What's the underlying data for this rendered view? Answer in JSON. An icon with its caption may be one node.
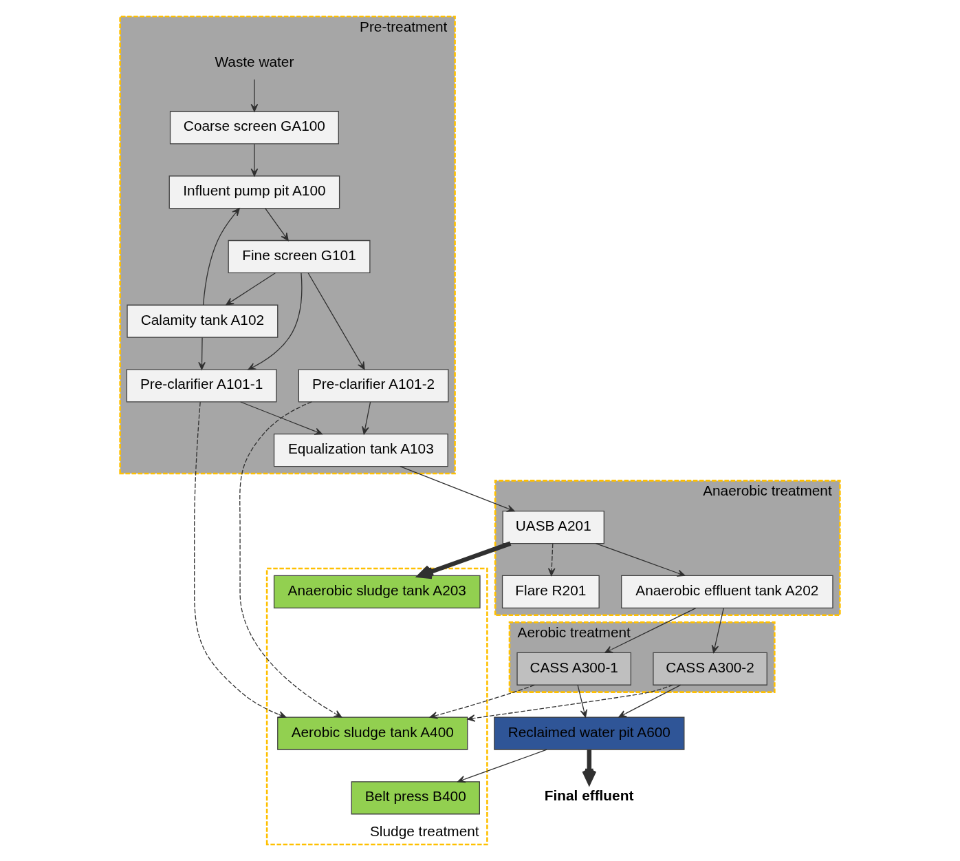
{
  "diagram": {
    "nodes": [
      {
        "text": [
          "Pre-treatment"
        ]
      },
      {
        "text": [
          "Waste water"
        ],
        "in": 0
      },
      {
        "text": [
          "Coarse screen GA100"
        ],
        "in": 0
      },
      {
        "text": [
          "Influent pump pit A100"
        ],
        "in": 0
      },
      {
        "text": [
          "Fine screen G101"
        ],
        "in": 0
      },
      {
        "text": [
          "Calamity tank A102"
        ],
        "in": 0
      },
      {
        "text": [
          "Pre-clarifier A101-1"
        ],
        "in": 0
      },
      {
        "text": [
          "Equalization tank A103"
        ],
        "in": 0
      },
      {
        "text": [
          "Pre-clarifier A101-2"
        ],
        "in": 0
      },
      {
        "text": [
          "Anaerobic treatment"
        ]
      },
      {
        "text": [
          "UASB A201"
        ],
        "in": 9
      },
      {
        "text": [
          "Flare R201"
        ],
        "in": 9
      },
      {
        "text": [
          "Anaerobic effluent tank A202"
        ],
        "in": 9
      },
      {
        "text": [
          "Sludge treatment"
        ]
      },
      {
        "text": [
          "Anaerobic sludge tank A203"
        ],
        "in": 13
      },
      {
        "text": [
          "Aerobic sludge tank A400"
        ],
        "in": 13
      },
      {
        "text": [
          "Belt press B400"
        ],
        "in": 13
      },
      {
        "text": [
          "Aerobic treatment"
        ]
      },
      {
        "text": [
          "CASS A300-1"
        ],
        "in": 17
      },
      {
        "text": [
          "CASS A300-2"
        ],
        "in": 17
      },
      {
        "text": [
          "Reclaimed water pit A600"
        ]
      },
      {
        "text": [
          "Final effluent"
        ]
      }
    ],
    "edges": [
      {
        "from": 1,
        "to": 2,
        "arrow": "to"
      },
      {
        "from": 2,
        "to": 3,
        "arrow": "to"
      },
      {
        "from": 3,
        "to": 4,
        "arrow": "to"
      },
      {
        "from": 4,
        "to": 5,
        "arrow": "to"
      },
      {
        "from": 4,
        "to": 6,
        "arrow": "to"
      },
      {
        "from": 4,
        "to": 8,
        "arrow": "to"
      },
      {
        "from": 5,
        "to": 3,
        "arrow": "to"
      },
      {
        "from": 5,
        "to": 6,
        "arrow": "to"
      },
      {
        "from": 6,
        "to": 7,
        "arrow": "to"
      },
      {
        "from": 8,
        "to": 7,
        "arrow": "to"
      },
      {
        "from": 7,
        "to": 10,
        "arrow": "to"
      },
      {
        "from": 10,
        "to": 14,
        "arrow": "to",
        "style": "thick"
      },
      {
        "from": 10,
        "to": 11,
        "arrow": "to",
        "style": "dashed"
      },
      {
        "from": 10,
        "to": 12,
        "arrow": "to"
      },
      {
        "from": 12,
        "to": 18,
        "arrow": "to"
      },
      {
        "from": 12,
        "to": 19,
        "arrow": "to"
      },
      {
        "from": 18,
        "to": 20,
        "arrow": "to"
      },
      {
        "from": 19,
        "to": 20,
        "arrow": "to"
      },
      {
        "from": 6,
        "to": 15,
        "arrow": "to",
        "style": "dashed"
      },
      {
        "from": 8,
        "to": 15,
        "arrow": "to",
        "style": "dashed"
      },
      {
        "from": 18,
        "to": 15,
        "arrow": "to",
        "style": "dashed"
      },
      {
        "from": 19,
        "to": 15,
        "arrow": "to",
        "style": "dashed"
      },
      {
        "from": 20,
        "to": 16,
        "arrow": "to"
      },
      {
        "from": 20,
        "to": 21,
        "arrow": "to",
        "style": "thick"
      }
    ]
  }
}
